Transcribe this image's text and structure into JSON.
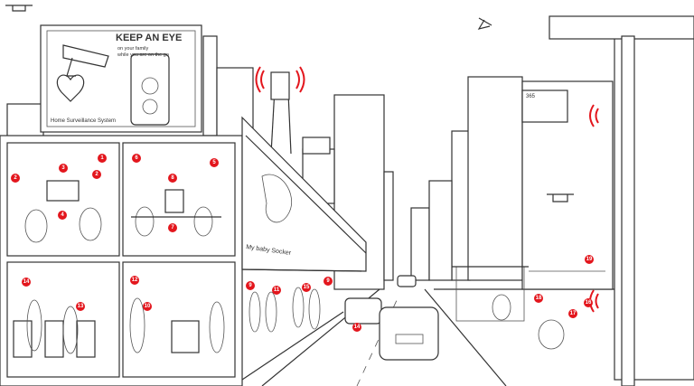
{
  "billboard": {
    "headline": "KEEP AN EYE",
    "tagline_1": "on your family",
    "tagline_2": "while you are on the go",
    "product": "Home Surveillance System"
  },
  "mural_caption": "My baby Socker",
  "sign_365": "365",
  "markers": [
    "1",
    "2",
    "3",
    "2",
    "4",
    "6",
    "8",
    "5",
    "7",
    "14",
    "13",
    "12",
    "10",
    "9",
    "11",
    "15",
    "9",
    "14",
    "18",
    "19",
    "16",
    "17"
  ],
  "colors": {
    "accent": "#e3161d",
    "line": "#333333",
    "background": "#ffffff"
  }
}
